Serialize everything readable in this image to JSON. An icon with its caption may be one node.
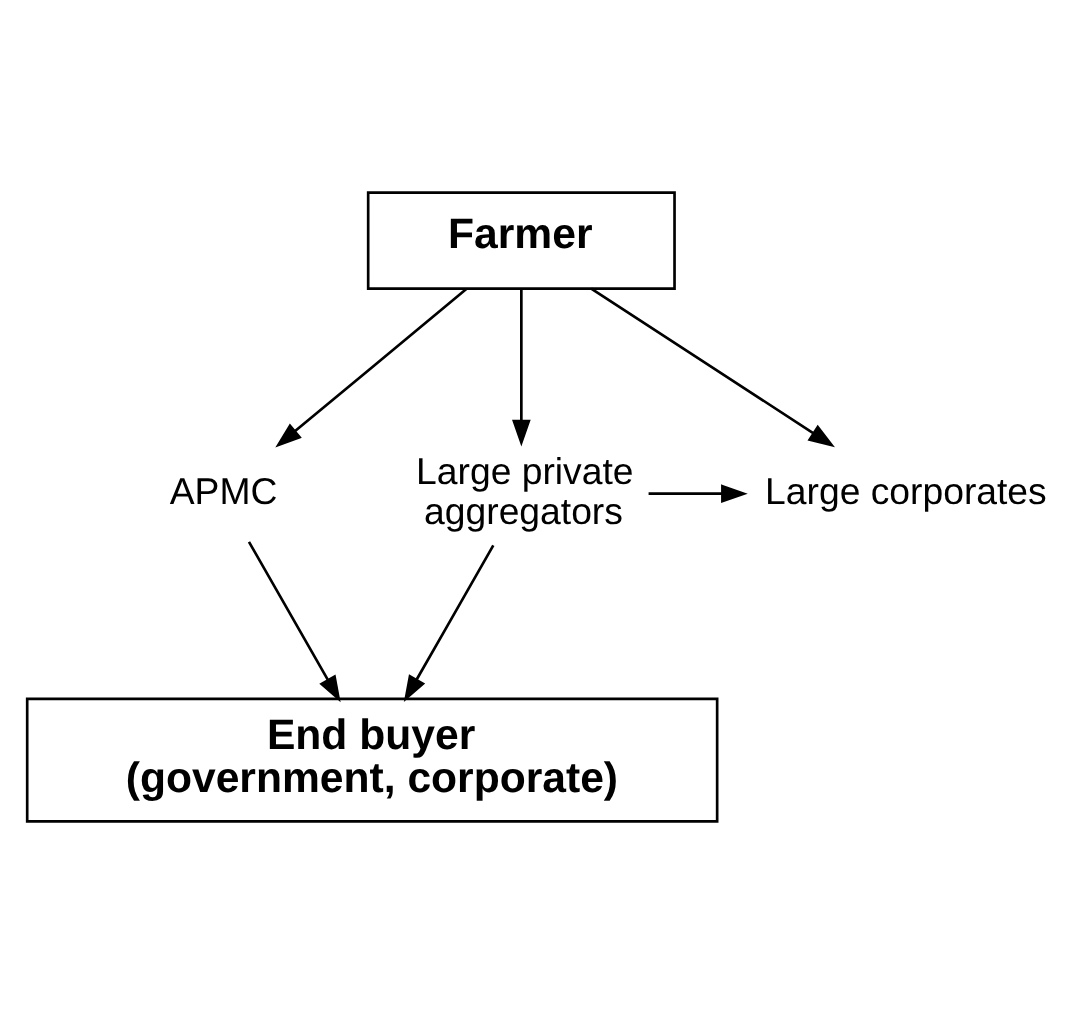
{
  "diagram": {
    "nodes": [
      {
        "text": [
          "Farmer"
        ]
      },
      {
        "text": [
          "APMC"
        ]
      },
      {
        "text": [
          "Large private aggregators"
        ]
      },
      {
        "text": [
          "Large corporates"
        ]
      },
      {
        "text": [
          "End buyer (government, corporate)"
        ]
      }
    ],
    "edges": [
      {
        "from": 0,
        "to": 1,
        "arrow": "to"
      },
      {
        "from": 0,
        "to": 2,
        "arrow": "to"
      },
      {
        "from": 0,
        "to": 3,
        "arrow": "to"
      },
      {
        "from": 2,
        "to": 3,
        "arrow": "to"
      },
      {
        "from": 1,
        "to": 4,
        "arrow": "to"
      },
      {
        "from": 2,
        "to": 4,
        "arrow": "to"
      }
    ]
  }
}
